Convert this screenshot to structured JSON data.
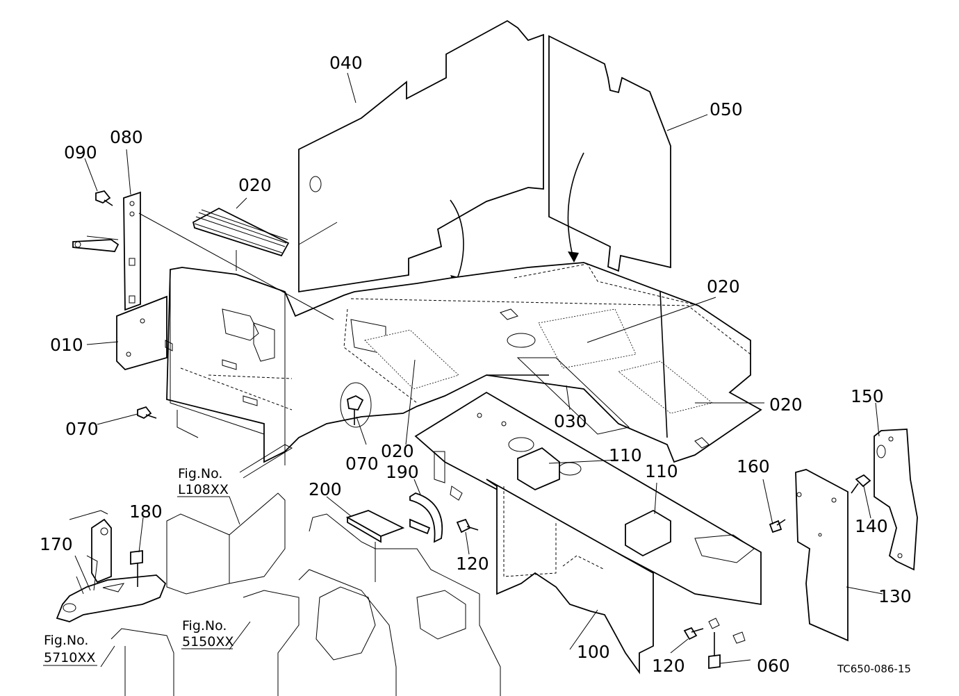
{
  "labels": {
    "p010": "010",
    "p020a": "020",
    "p020b": "020",
    "p020c": "020",
    "p020d": "020",
    "p030": "030",
    "p040": "040",
    "p050": "050",
    "p060": "060",
    "p070a": "070",
    "p070b": "070",
    "p080": "080",
    "p090": "090",
    "p100": "100",
    "p110a": "110",
    "p110b": "110",
    "p120a": "120",
    "p120b": "120",
    "p130": "130",
    "p140": "140",
    "p150": "150",
    "p160": "160",
    "p170": "170",
    "p180": "180",
    "p190": "190",
    "p200": "200"
  },
  "references": {
    "ref1": {
      "line1": "Fig.No.",
      "line2": "L108XX"
    },
    "ref2": {
      "line1": "Fig.No.",
      "line2": "5150XX"
    },
    "ref3": {
      "line1": "Fig.No.",
      "line2": "5710XX"
    }
  },
  "diagram_code": "TC650-086-15"
}
